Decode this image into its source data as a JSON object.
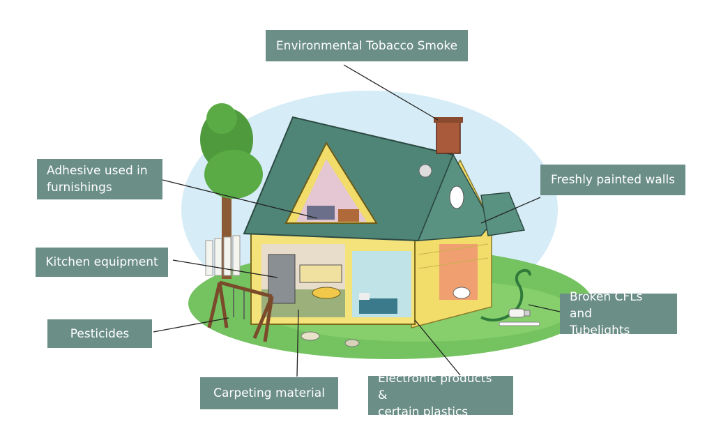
{
  "labels": {
    "tobacco": "Environmental Tobacco Smoke",
    "adhesive": "Adhesive used in\nfurnishings",
    "paint": "Freshly painted walls",
    "kitchen": "Kitchen equipment",
    "cfl": "Broken CFLs and\nTubelights",
    "pesticides": "Pesticides",
    "carpeting": "Carpeting material",
    "electronics": "Electronic products &\ncertain plastics"
  },
  "colors": {
    "label_bg": "#6b8e86",
    "label_text": "#ffffff",
    "leader_line": "#222222",
    "roof": "#4f8576",
    "siding": "#f4e27a",
    "grass": "#6cbf5a",
    "sky": "#cfe8f5",
    "chimney": "#a85a3a"
  },
  "icons": [
    "house-illustration",
    "tree-icon",
    "swing-set-icon",
    "chimney-icon",
    "cfl-bulb-icon",
    "tubelight-icon",
    "garden-hose-icon",
    "dog-icon",
    "cat-icon"
  ]
}
